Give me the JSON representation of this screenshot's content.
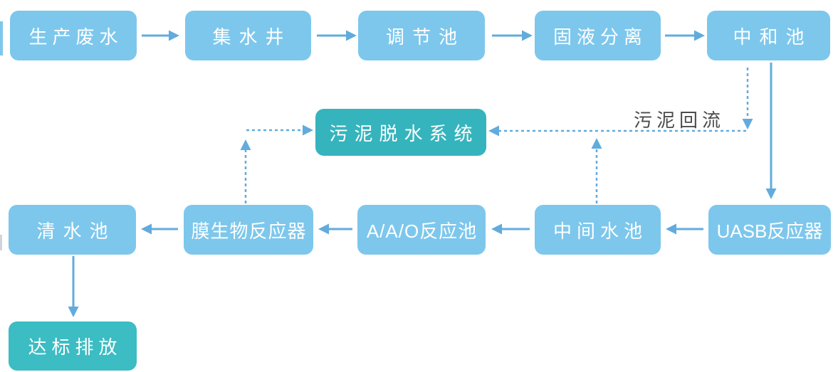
{
  "colors": {
    "node_blue": "#7dc7ec",
    "teal_dark": "#35b4bd",
    "teal_light": "#3cbcc3",
    "arrow_blue": "#62abdd",
    "label_gray": "#4b4b4b"
  },
  "nodes": [
    {
      "id": "production-wastewater",
      "label": "生产废水"
    },
    {
      "id": "collection-well",
      "label": "集水井"
    },
    {
      "id": "regulation-tank",
      "label": "调节池"
    },
    {
      "id": "solid-liquid-separation",
      "label": "固液分离"
    },
    {
      "id": "neutralization-tank",
      "label": "中和池"
    },
    {
      "id": "sludge-dewatering-system",
      "label": "污泥脱水系统"
    },
    {
      "id": "uasb-reactor",
      "label": "UASB反应器"
    },
    {
      "id": "intermediate-tank",
      "label": "中间水池"
    },
    {
      "id": "aao-reaction-tank",
      "label": "A/A/O反应池"
    },
    {
      "id": "membrane-bioreactor",
      "label": "膜生物反应器"
    },
    {
      "id": "clear-water-tank",
      "label": "清水池"
    },
    {
      "id": "standard-discharge",
      "label": "达标排放"
    }
  ],
  "labels": {
    "sludge_return": "污泥回流"
  },
  "edges": [
    {
      "from": "production-wastewater",
      "to": "collection-well",
      "style": "solid"
    },
    {
      "from": "collection-well",
      "to": "regulation-tank",
      "style": "solid"
    },
    {
      "from": "regulation-tank",
      "to": "solid-liquid-separation",
      "style": "solid"
    },
    {
      "from": "solid-liquid-separation",
      "to": "neutralization-tank",
      "style": "solid"
    },
    {
      "from": "neutralization-tank",
      "to": "uasb-reactor",
      "style": "solid"
    },
    {
      "from": "uasb-reactor",
      "to": "intermediate-tank",
      "style": "solid"
    },
    {
      "from": "intermediate-tank",
      "to": "aao-reaction-tank",
      "style": "solid"
    },
    {
      "from": "aao-reaction-tank",
      "to": "membrane-bioreactor",
      "style": "solid"
    },
    {
      "from": "membrane-bioreactor",
      "to": "clear-water-tank",
      "style": "solid"
    },
    {
      "from": "clear-water-tank",
      "to": "standard-discharge",
      "style": "solid"
    },
    {
      "from": "neutralization-tank",
      "to": "sludge-dewatering-system",
      "style": "dashed",
      "label": "污泥回流"
    },
    {
      "from": "intermediate-tank",
      "to": "sludge-dewatering-system",
      "style": "dashed"
    },
    {
      "from": "membrane-bioreactor",
      "to": "sludge-dewatering-system",
      "style": "dashed"
    }
  ]
}
